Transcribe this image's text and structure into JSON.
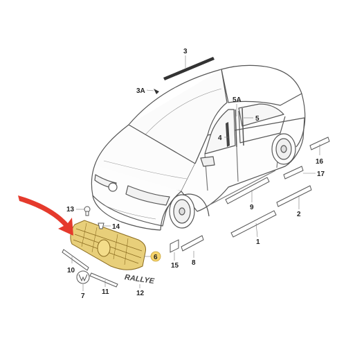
{
  "diagram": {
    "callouts": [
      {
        "id": "c3",
        "label": "3"
      },
      {
        "id": "c3a",
        "label": "3A"
      },
      {
        "id": "c5a",
        "label": "5A"
      },
      {
        "id": "c5",
        "label": "5"
      },
      {
        "id": "c4",
        "label": "4"
      },
      {
        "id": "c16",
        "label": "16"
      },
      {
        "id": "c17",
        "label": "17"
      },
      {
        "id": "c2",
        "label": "2"
      },
      {
        "id": "c9",
        "label": "9"
      },
      {
        "id": "c1",
        "label": "1"
      },
      {
        "id": "c13",
        "label": "13"
      },
      {
        "id": "c14",
        "label": "14"
      },
      {
        "id": "c6",
        "label": "6"
      },
      {
        "id": "c10",
        "label": "10"
      },
      {
        "id": "c7",
        "label": "7"
      },
      {
        "id": "c11",
        "label": "11"
      },
      {
        "id": "c12",
        "label": "12"
      },
      {
        "id": "c15",
        "label": "15"
      },
      {
        "id": "c8",
        "label": "8"
      }
    ],
    "emblem_text": "RALLYE",
    "colors": {
      "outline": "#555555",
      "grille_fill": "#e8cf7a",
      "grille_highlight": "#f4dd8a",
      "arrow": "#e53a2c",
      "callout_6_fill": "#f6d36a"
    }
  }
}
